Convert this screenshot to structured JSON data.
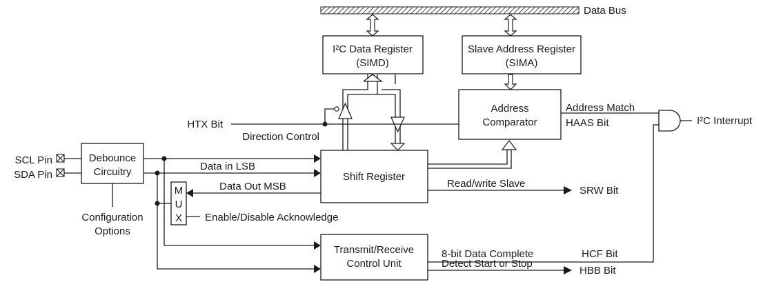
{
  "bus": {
    "label": "Data Bus"
  },
  "blocks": {
    "i2c_data_register": {
      "line1": "I²C Data Register",
      "line2": "(SIMD)"
    },
    "slave_address_register": {
      "line1": "Slave Address Register",
      "line2": "(SIMA)"
    },
    "address_comparator": {
      "line1": "Address",
      "line2": "Comparator"
    },
    "debounce": {
      "line1": "Debounce",
      "line2": "Circuitry"
    },
    "shift_register": {
      "label": "Shift Register"
    },
    "mux": {
      "letters": [
        "M",
        "U",
        "X"
      ]
    },
    "control_unit": {
      "line1": "Transmit/Receive",
      "line2": "Control Unit"
    }
  },
  "pins": {
    "scl": "SCL Pin",
    "sda": "SDA Pin"
  },
  "inputs": {
    "htx_bit": "HTX Bit",
    "direction_control": "Direction Control",
    "configuration_line1": "Configuration",
    "configuration_line2": "Options",
    "enable_ack": "Enable/Disable Acknowledge"
  },
  "signals": {
    "data_in": "Data in LSB",
    "data_out": "Data Out MSB",
    "address_match": "Address Match",
    "haas_bit": "HAAS Bit",
    "read_write": "Read/write Slave",
    "eight_bit_complete": "8-bit Data Complete",
    "detect_start_stop": "Detect Start or Stop"
  },
  "outputs": {
    "interrupt": "I²C Interrupt",
    "srw_bit": "SRW Bit",
    "hcf_bit": "HCF Bit",
    "hbb_bit": "HBB Bit"
  }
}
